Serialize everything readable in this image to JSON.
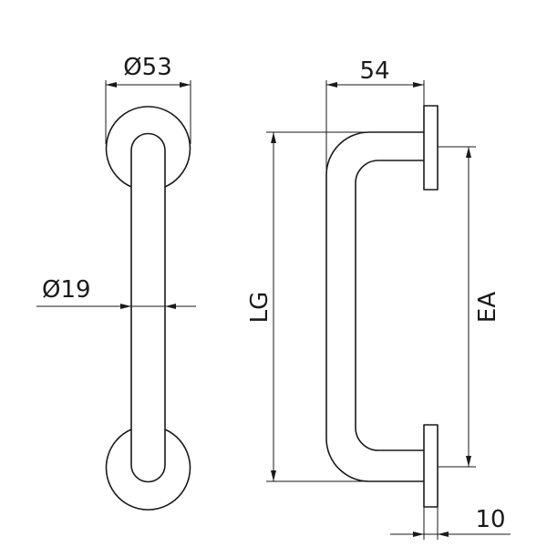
{
  "dimensions": {
    "rosette_diameter": "Ø53",
    "bar_diameter": "Ø19",
    "projection": "54",
    "overall_length": "LG",
    "centre_distance": "EA",
    "rosette_thickness": "10"
  }
}
